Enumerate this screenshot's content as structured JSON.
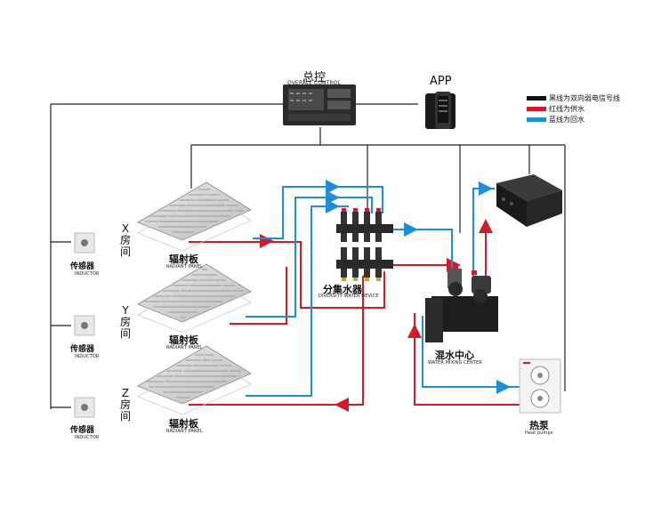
{
  "legend": {
    "black": "黑线为双向弱电信号线",
    "red": "红线为供水",
    "blue": "蓝线为回水"
  },
  "colors": {
    "signal": "#111111",
    "supply": "#d11a2a",
    "return": "#1f8ed6",
    "device_dark": "#1e1e1e"
  },
  "control": {
    "title_cn": "总控",
    "title_en": "OVERALL CONTROL"
  },
  "app": {
    "label": "APP"
  },
  "rooms": [
    {
      "label": "X房间",
      "panel_cn": "辐射板",
      "panel_en": "RADIANT PANEL",
      "sensor_cn": "传感器",
      "sensor_en": "INDUCTOR"
    },
    {
      "label": "Y房间",
      "panel_cn": "辐射板",
      "panel_en": "RADIANT PANEL",
      "sensor_cn": "传感器",
      "sensor_en": "INDUCTOR"
    },
    {
      "label": "Z房间",
      "panel_cn": "辐射板",
      "panel_en": "RADIANT PANEL",
      "sensor_cn": "传感器",
      "sensor_en": "INDUCTOR"
    }
  ],
  "manifold": {
    "cn": "分集水器",
    "en": "DIVERSITY WATER DEVICE"
  },
  "mixing": {
    "cn": "混水中心",
    "en": "WATER MIXING CENTER"
  },
  "heatpump": {
    "cn": "热泵",
    "en": "Heat pumps"
  }
}
